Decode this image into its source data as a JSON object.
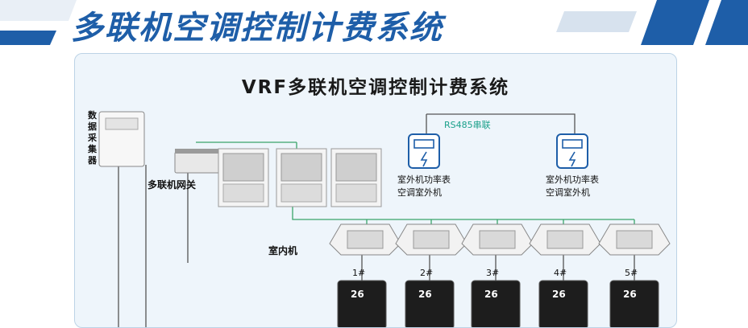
{
  "banner": {
    "title": "多联机空调控制计费系统"
  },
  "panel": {
    "title": "VRF多联机空调控制计费系统",
    "collector_label": "数据采集器",
    "gateway_label": "多联机网关",
    "bus_label": "RS485串联",
    "meter1": {
      "line1": "室外机功率表",
      "line2": "空调室外机"
    },
    "meter2": {
      "line1": "室外机功率表",
      "line2": "空调室外机"
    },
    "indoor_label": "室内机",
    "units": [
      "1#",
      "2#",
      "3#",
      "4#",
      "5#"
    ],
    "thermostat_reading": "26"
  },
  "colors": {
    "brand": "#1e5ea8",
    "line_green": "#3aa56a",
    "line_gray": "#555555",
    "panel_bg": "#eef5fb"
  }
}
